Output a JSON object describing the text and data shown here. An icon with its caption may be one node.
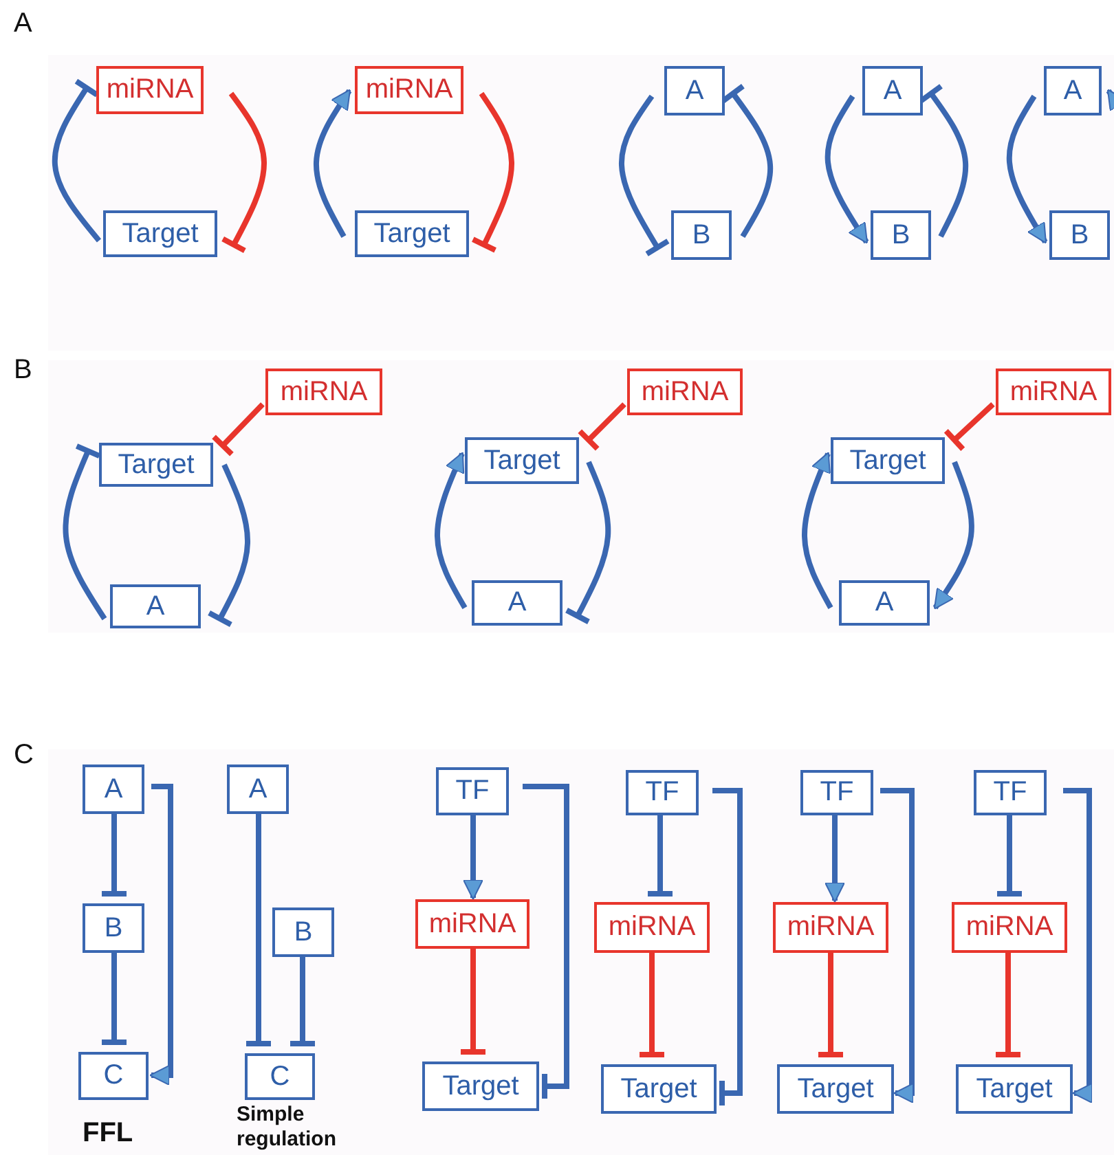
{
  "diagram": {
    "nodes": [
      {
        "text": [
          "miRNA"
        ]
      },
      {
        "text": [
          "Target"
        ]
      },
      {
        "text": [
          "miRNA"
        ]
      },
      {
        "text": [
          "Target"
        ]
      },
      {
        "text": [
          "A"
        ]
      },
      {
        "text": [
          "B"
        ]
      },
      {
        "text": [
          "A"
        ]
      },
      {
        "text": [
          "B"
        ]
      },
      {
        "text": [
          "A"
        ]
      },
      {
        "text": [
          "B"
        ]
      },
      {
        "text": [
          "miRNA"
        ]
      },
      {
        "text": [
          "Target"
        ]
      },
      {
        "text": [
          "A"
        ]
      },
      {
        "text": [
          "miRNA"
        ]
      },
      {
        "text": [
          "Target"
        ]
      },
      {
        "text": [
          "A"
        ]
      },
      {
        "text": [
          "miRNA"
        ]
      },
      {
        "text": [
          "Target"
        ]
      },
      {
        "text": [
          "A"
        ]
      },
      {
        "text": [
          "A"
        ]
      },
      {
        "text": [
          "B"
        ]
      },
      {
        "text": [
          "C"
        ]
      },
      {
        "text": [
          "A"
        ]
      },
      {
        "text": [
          "B"
        ]
      },
      {
        "text": [
          "C"
        ]
      },
      {
        "text": [
          "TF"
        ]
      },
      {
        "text": [
          "miRNA"
        ]
      },
      {
        "text": [
          "Target"
        ]
      },
      {
        "text": [
          "TF"
        ]
      },
      {
        "text": [
          "miRNA"
        ]
      },
      {
        "text": [
          "Target"
        ]
      },
      {
        "text": [
          "TF"
        ]
      },
      {
        "text": [
          "miRNA"
        ]
      },
      {
        "text": [
          "Target"
        ]
      },
      {
        "text": [
          "TF"
        ]
      },
      {
        "text": [
          "miRNA"
        ]
      },
      {
        "text": [
          "Target"
        ]
      }
    ],
    "edges": [
      {
        "from": 1,
        "to": 0,
        "arrow": "other"
      },
      {
        "from": 0,
        "to": 1,
        "arrow": "other",
        "color": "#e8352c"
      },
      {
        "from": 3,
        "to": 2,
        "arrow": "to"
      },
      {
        "from": 2,
        "to": 3,
        "arrow": "other",
        "color": "#e8352c"
      },
      {
        "from": 4,
        "to": 5,
        "arrow": "other"
      },
      {
        "from": 5,
        "to": 4,
        "arrow": "other"
      },
      {
        "from": 6,
        "to": 7,
        "arrow": "to"
      },
      {
        "from": 7,
        "to": 6,
        "arrow": "other"
      },
      {
        "from": 8,
        "to": 9,
        "arrow": "to"
      },
      {
        "from": 9,
        "to": 8,
        "arrow": "to"
      },
      {
        "from": 10,
        "to": 11,
        "arrow": "other",
        "color": "#e8352c"
      },
      {
        "from": 12,
        "to": 11,
        "arrow": "other"
      },
      {
        "from": 11,
        "to": 12,
        "arrow": "other"
      },
      {
        "from": 13,
        "to": 14,
        "arrow": "other",
        "color": "#e8352c"
      },
      {
        "from": 15,
        "to": 14,
        "arrow": "to"
      },
      {
        "from": 14,
        "to": 15,
        "arrow": "other"
      },
      {
        "from": 16,
        "to": 17,
        "arrow": "other",
        "color": "#e8352c"
      },
      {
        "from": 18,
        "to": 17,
        "arrow": "to"
      },
      {
        "from": 17,
        "to": 18,
        "arrow": "to"
      },
      {
        "from": 19,
        "to": 20,
        "arrow": "other"
      },
      {
        "from": 20,
        "to": 21,
        "arrow": "other"
      },
      {
        "from": 19,
        "to": 21,
        "arrow": "to"
      },
      {
        "from": 22,
        "to": 24,
        "arrow": "other"
      },
      {
        "from": 23,
        "to": 24,
        "arrow": "other"
      },
      {
        "from": 25,
        "to": 26,
        "arrow": "to"
      },
      {
        "from": 26,
        "to": 27,
        "arrow": "other",
        "color": "#e8352c"
      },
      {
        "from": 25,
        "to": 27,
        "arrow": "other"
      },
      {
        "from": 28,
        "to": 29,
        "arrow": "other"
      },
      {
        "from": 29,
        "to": 30,
        "arrow": "other",
        "color": "#e8352c"
      },
      {
        "from": 28,
        "to": 30,
        "arrow": "other"
      },
      {
        "from": 31,
        "to": 32,
        "arrow": "to"
      },
      {
        "from": 32,
        "to": 33,
        "arrow": "other",
        "color": "#e8352c"
      },
      {
        "from": 31,
        "to": 33,
        "arrow": "to"
      },
      {
        "from": 34,
        "to": 35,
        "arrow": "other"
      },
      {
        "from": 35,
        "to": 36,
        "arrow": "other",
        "color": "#e8352c"
      },
      {
        "from": 34,
        "to": 36,
        "arrow": "to"
      }
    ],
    "labels": [
      "A",
      "B",
      "C",
      "FFL",
      "Simple regulation"
    ]
  }
}
